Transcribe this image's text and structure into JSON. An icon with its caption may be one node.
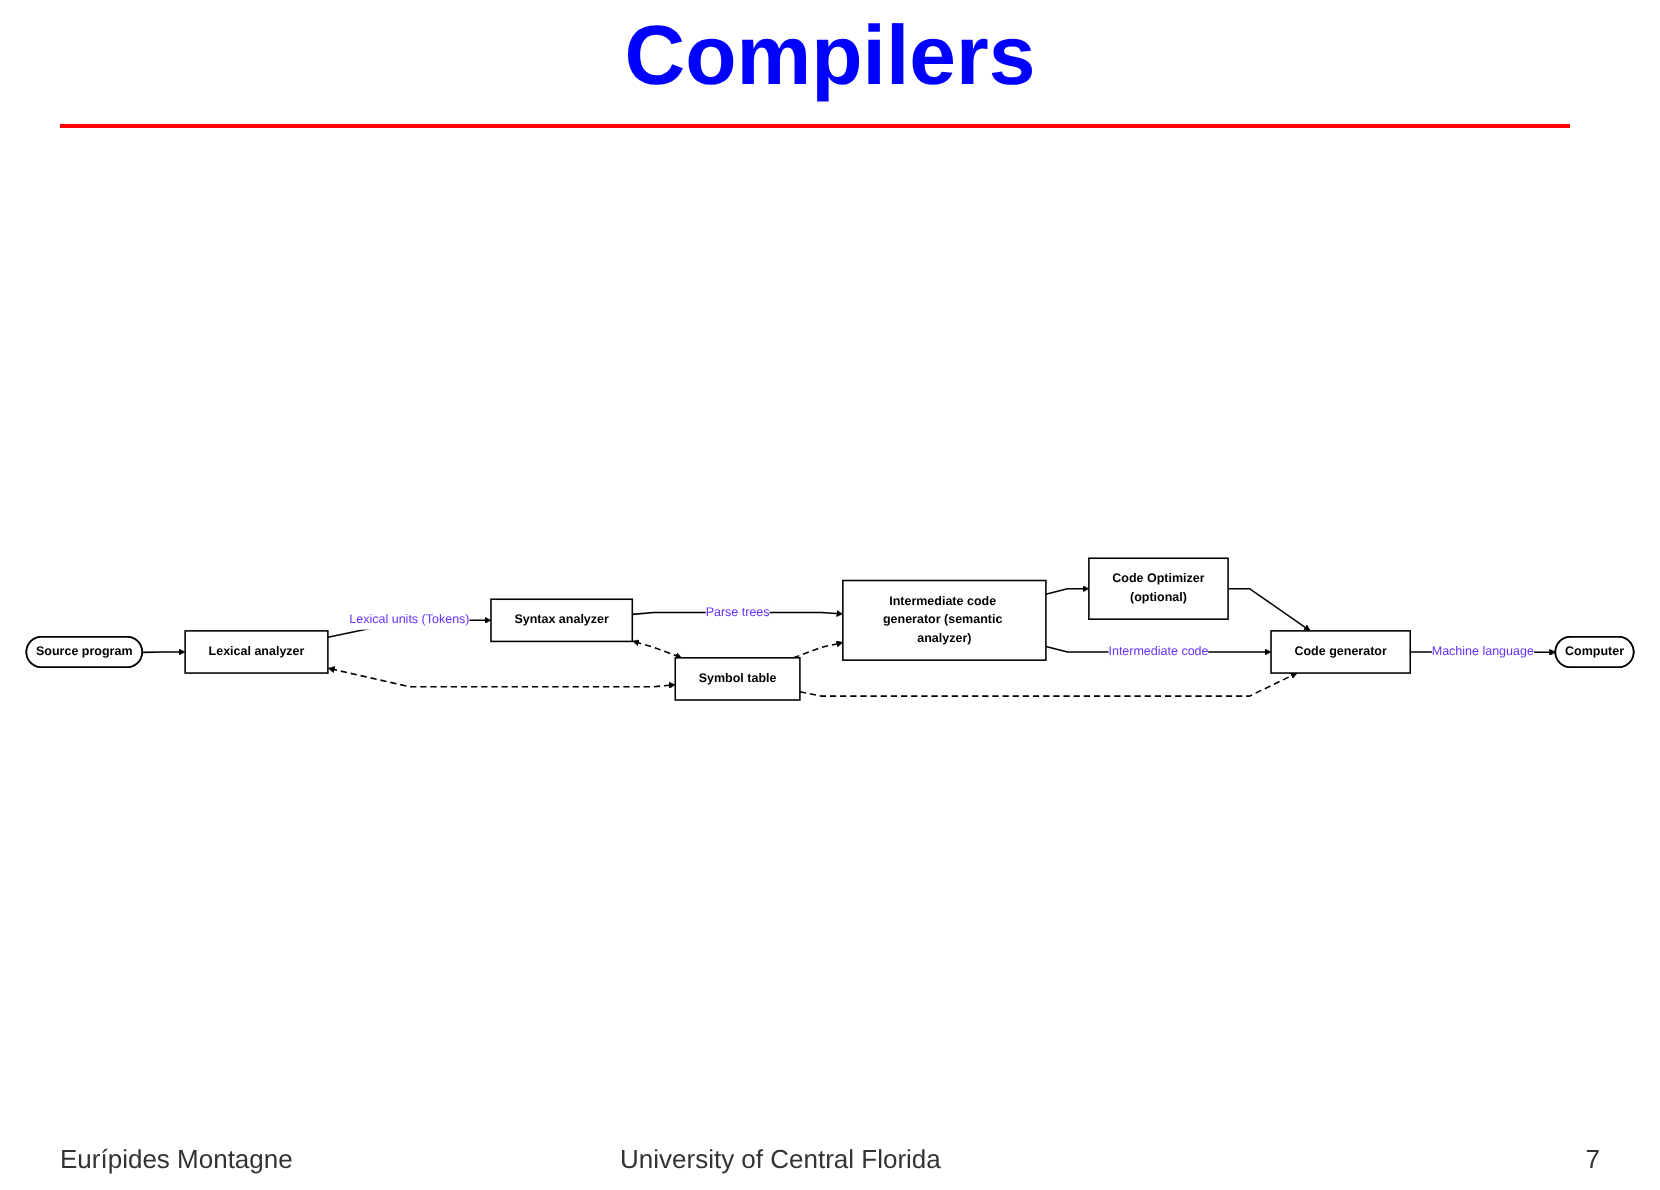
{
  "diagram": {
    "title": "Compilers",
    "nodes": [
      {
        "text": [
          "Source program"
        ]
      },
      {
        "text": [
          "Lexical analyzer"
        ]
      },
      {
        "text": [
          "Syntax analyzer"
        ]
      },
      {
        "text": [
          "Intermediate code generator (semantic analyzer)"
        ]
      },
      {
        "text": [
          "Code Optimizer",
          "(optional)"
        ]
      },
      {
        "text": [
          "Code generator"
        ]
      },
      {
        "text": [
          "Symbol table"
        ]
      },
      {
        "text": [
          "Computer"
        ]
      }
    ],
    "edges": [
      {
        "from": 0,
        "to": 1,
        "arrow": "to"
      },
      {
        "from": 1,
        "to": 2,
        "arrow": "to",
        "label": "Lexical units (Tokens)"
      },
      {
        "from": 2,
        "to": 3,
        "arrow": "to",
        "label": "Parse trees"
      },
      {
        "from": 3,
        "to": 4,
        "arrow": "to"
      },
      {
        "from": 4,
        "to": 5,
        "arrow": "to"
      },
      {
        "from": 3,
        "to": 5,
        "arrow": "to",
        "label": "Intermediate code"
      },
      {
        "from": 5,
        "to": 7,
        "arrow": "to",
        "label": "Machine language"
      },
      {
        "from": 1,
        "to": 6,
        "arrow": "both",
        "style": "dashed"
      },
      {
        "from": 2,
        "to": 6,
        "arrow": "both",
        "style": "dashed"
      },
      {
        "from": 6,
        "to": 3,
        "arrow": "to",
        "style": "dashed"
      },
      {
        "from": 6,
        "to": 5,
        "arrow": "to",
        "style": "dashed"
      }
    ],
    "labels": [
      "Eurípides Montagne",
      "University of Central Florida",
      "7"
    ]
  }
}
